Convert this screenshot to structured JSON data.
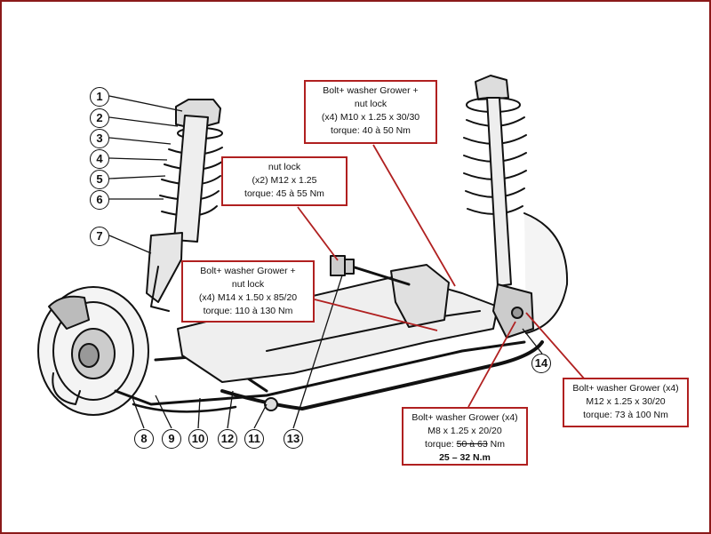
{
  "part_numbers": [
    "1",
    "2",
    "3",
    "4",
    "5",
    "6",
    "7",
    "8",
    "9",
    "10",
    "12",
    "11",
    "13",
    "14"
  ],
  "callouts": {
    "top_center": {
      "l1": "Bolt+ washer Grower +",
      "l2": "nut lock",
      "l3": "(x4)  M10 x 1.25 x 30/30",
      "l4": "torque: 40 à 50 Nm"
    },
    "nut_lock": {
      "l1": "nut lock",
      "l2": "(x2)  M12 x 1.25",
      "l3": "torque: 45 à 55 Nm"
    },
    "left_mid": {
      "l1": "Bolt+ washer Grower +",
      "l2": "nut lock",
      "l3": "(x4)  M14 x 1.50 x 85/20",
      "l4": "torque: 110 à 130 Nm"
    },
    "right": {
      "l1": "Bolt+ washer Grower (x4)",
      "l2": "M12 x 1.25 x 30/20",
      "l3": "torque: 73 à 100 Nm"
    },
    "bottom": {
      "l1": "Bolt+ washer Grower (x4)",
      "l2": "M8 x 1.25 x 20/20",
      "l3_prefix": "torque:",
      "l3_struck": "50 à 63",
      "l3_unit": "Nm",
      "l4": "25 – 32 N.m"
    }
  },
  "colors": {
    "frame": "#8b1a1a",
    "callout_border": "#b02020",
    "leader": "#b02020",
    "ink": "#111111"
  }
}
